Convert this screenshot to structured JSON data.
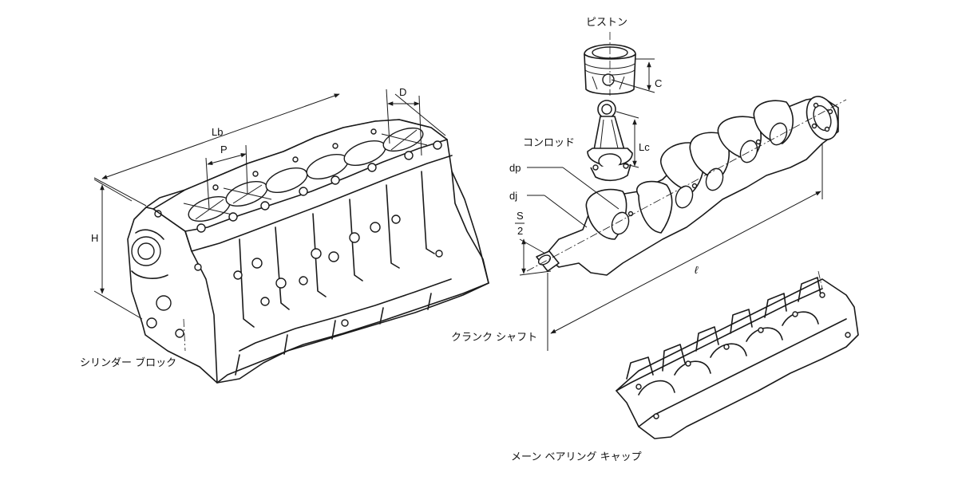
{
  "parts": {
    "cylinder_block": "シリンダー ブロック",
    "piston": "ピストン",
    "conrod": "コンロッド",
    "crankshaft": "クランク シャフト",
    "main_bearing_cap": "メーン ベアリング キャップ"
  },
  "dimensions": {
    "block_length": "Lb",
    "bore_diameter": "D",
    "bore_pitch": "P",
    "block_height": "H",
    "piston_compression_height": "C",
    "conrod_length": "Lc",
    "pin_journal_diameter": "dp",
    "main_journal_diameter": "dj",
    "stroke_half_numerator": "S",
    "stroke_half_denominator": "2",
    "crank_length": "ℓ"
  }
}
